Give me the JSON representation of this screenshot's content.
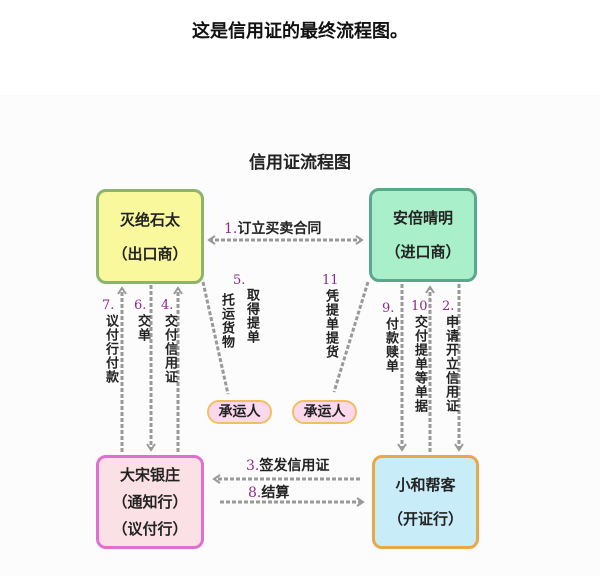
{
  "heading": "这是信用证的最终流程图。",
  "diagram": {
    "title": "信用证流程图",
    "exporter": {
      "name": "灭绝石太",
      "role": "（出口商）"
    },
    "importer": {
      "name": "安倍晴明",
      "role": "（进口商）"
    },
    "advising_bank": {
      "name": "大宋银庄",
      "role1": "（通知行）",
      "role2": "（议付行）"
    },
    "issuing_bank": {
      "name": "小和帮客",
      "role": "（开证行）"
    },
    "carrier_left": "承运人",
    "carrier_right": "承运人",
    "steps": {
      "s1": {
        "num": "1.",
        "text": "订立买卖合同"
      },
      "s2": {
        "num": "2.",
        "text": "申请开立信用证"
      },
      "s3": {
        "num": "3.",
        "text": "签发信用证"
      },
      "s4": {
        "num": "4.",
        "text": "交付信用证"
      },
      "s5": {
        "num": "5.",
        "text_a": "托运货物",
        "text_b": "取得提单"
      },
      "s6": {
        "num": "6.",
        "text": "交单"
      },
      "s7": {
        "num": "7.",
        "text": "议付行付款"
      },
      "s8": {
        "num": "8.",
        "text": "结算"
      },
      "s9": {
        "num": "9.",
        "text": "付款赎单"
      },
      "s10": {
        "num": "10",
        "text": "交付提单等单据"
      },
      "s11": {
        "num": "11",
        "text": "凭提单提货"
      }
    },
    "colors": {
      "exporter": "#f9f89c",
      "importer": "#a9efc9",
      "advising": "#fbe1e6",
      "issuing": "#c8ecf8",
      "arrow": "#999999",
      "step_num": "#8a2a8a"
    }
  }
}
